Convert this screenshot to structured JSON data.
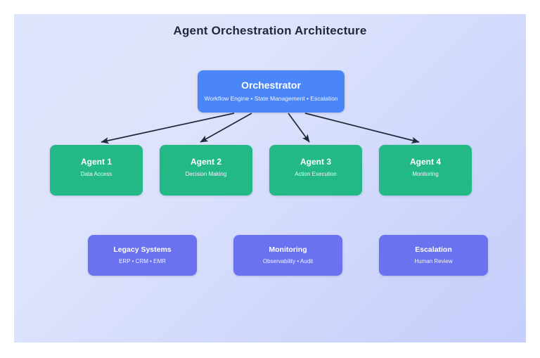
{
  "diagram": {
    "title": "Agent Orchestration Architecture",
    "background_from": "#dfe4fd",
    "background_to": "#c6cefc",
    "arrow_color": "#1f2937"
  },
  "orchestrator": {
    "title": "Orchestrator",
    "subtitle": "Workflow Engine • State Management • Escalation",
    "color": "#4a86f7"
  },
  "agents": {
    "color": "#22b987",
    "items": [
      {
        "title": "Agent 1",
        "subtitle": "Data Access"
      },
      {
        "title": "Agent 2",
        "subtitle": "Decision Making"
      },
      {
        "title": "Agent 3",
        "subtitle": "Action Execution"
      },
      {
        "title": "Agent 4",
        "subtitle": "Monitoring"
      }
    ]
  },
  "support": {
    "color": "#6b72f0",
    "items": [
      {
        "title": "Legacy Systems",
        "subtitle": "ERP • CRM • EMR"
      },
      {
        "title": "Monitoring",
        "subtitle": "Observability • Audit"
      },
      {
        "title": "Escalation",
        "subtitle": "Human Review"
      }
    ]
  },
  "connections": [
    {
      "from": "orchestrator",
      "to": "Agent 1"
    },
    {
      "from": "orchestrator",
      "to": "Agent 2"
    },
    {
      "from": "orchestrator",
      "to": "Agent 3"
    },
    {
      "from": "orchestrator",
      "to": "Agent 4"
    }
  ]
}
